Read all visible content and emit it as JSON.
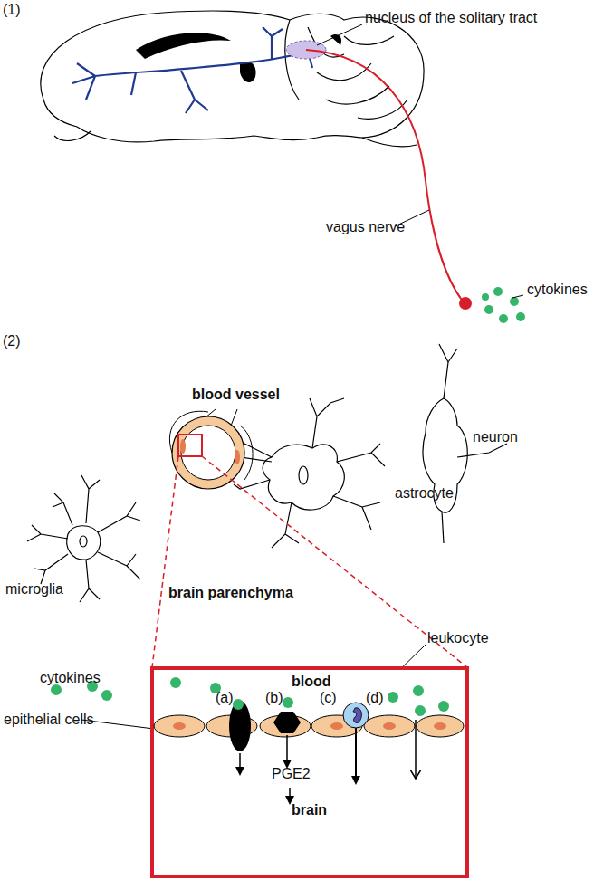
{
  "diagram": {
    "labels": [
      "(1)",
      "nucleus of the solitary tract",
      "vagus nerve",
      "cytokines",
      "(2)",
      "blood vessel",
      "neuron",
      "astrocyte",
      "microglia",
      "brain parenchyma",
      "leukocyte",
      "cytokines",
      "blood",
      "(a)",
      "(b)",
      "(c)",
      "(d)",
      "epithelial cells",
      "PGE2",
      "brain"
    ]
  }
}
